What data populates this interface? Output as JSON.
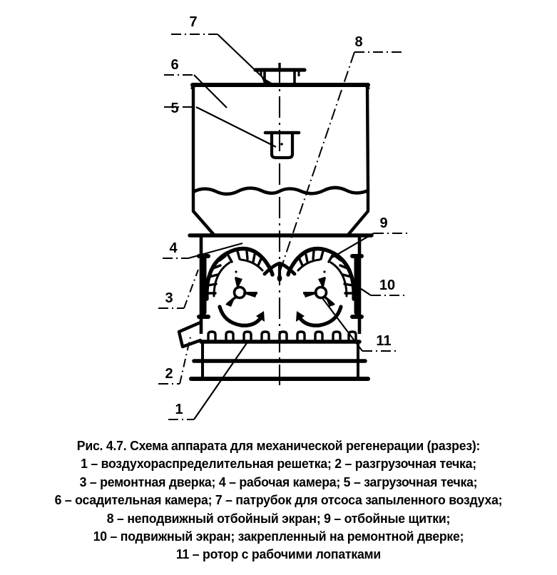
{
  "figure": {
    "number": "4.7",
    "caption_lines": [
      "Рис. 4.7. Схема аппарата для механической регенерации (разрез):",
      "1 – воздухораспределительная решетка; 2 – разгрузочная течка;",
      "3 – ремонтная дверка; 4 – рабочая камера; 5 – загрузочная течка;",
      "6 – осадительная камера; 7 – патрубок для отсоса запыленного воздуха;",
      "8 – неподвижный отбойный экран; 9 – отбойные щитки;",
      "10 – подвижный экран; закрепленный на ремонтной дверке;",
      "11 – ротор с рабочими лопатками"
    ],
    "title": "Схема аппарата для механической регенерации (разрез)",
    "legend": [
      {
        "num": "1",
        "label": "воздухораспределительная решетка"
      },
      {
        "num": "2",
        "label": "разгрузочная течка"
      },
      {
        "num": "3",
        "label": "ремонтная дверка"
      },
      {
        "num": "4",
        "label": "рабочая камера"
      },
      {
        "num": "5",
        "label": "загрузочная течка"
      },
      {
        "num": "6",
        "label": "осадительная камера"
      },
      {
        "num": "7",
        "label": "патрубок для отсоса запыленного воздуха"
      },
      {
        "num": "8",
        "label": "неподвижный отбойный экран"
      },
      {
        "num": "9",
        "label": "отбойные щитки"
      },
      {
        "num": "10",
        "label": "подвижный экран; закрепленный на ремонтной дверке"
      },
      {
        "num": "11",
        "label": "ротор с рабочими лопатками"
      }
    ]
  },
  "callouts": {
    "c1": "1",
    "c2": "2",
    "c3": "3",
    "c4": "4",
    "c5": "5",
    "c6": "6",
    "c7": "7",
    "c8": "8",
    "c9": "9",
    "c10": "10",
    "c11": "11"
  },
  "colors": {
    "ink": "#000000",
    "paper": "#ffffff"
  }
}
